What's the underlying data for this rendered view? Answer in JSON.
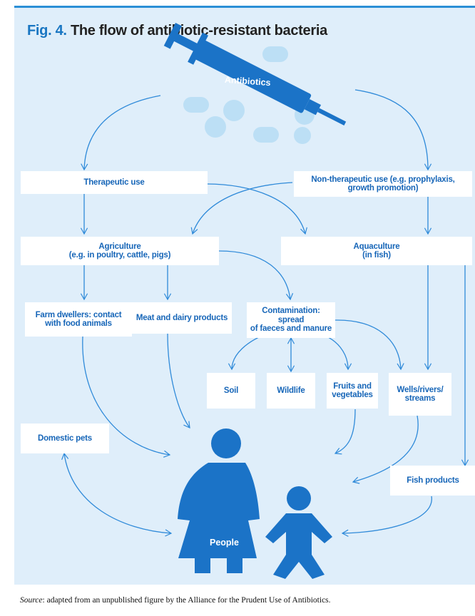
{
  "figure": {
    "number": "Fig. 4.",
    "title": "The flow of antibiotic-resistant bacteria"
  },
  "colors": {
    "background": "#dfeefa",
    "accent": "#1766b8",
    "arrow": "#2f8ad9",
    "pill": "#bcdff5",
    "box": "#ffffff"
  },
  "icons": {
    "syringe": "syringe-icon",
    "pills": "pill-icon",
    "people": "people-icon"
  },
  "nodes": {
    "antibiotics": "Antibiotics",
    "therapeutic": "Therapeutic use",
    "non_therapeutic": "Non-therapeutic use (e.g. prophylaxis,\ngrowth promotion)",
    "agriculture": "Agriculture\n(e.g. in poultry, cattle, pigs)",
    "aquaculture": "Aquaculture\n(in fish)",
    "farm_dwellers": "Farm dwellers: contact\nwith food animals",
    "meat_dairy": "Meat and dairy products",
    "contamination": "Contamination: spread\nof faeces and manure",
    "soil": "Soil",
    "wildlife": "Wildlife",
    "fruits": "Fruits and\nvegetables",
    "wells": "Wells/rivers/\nstreams",
    "domestic_pets": "Domestic pets",
    "fish_products": "Fish products",
    "people": "People"
  },
  "source": {
    "label": "Source",
    "text": ": adapted from an unpublished figure by the Alliance for the Prudent Use of Antibiotics."
  }
}
